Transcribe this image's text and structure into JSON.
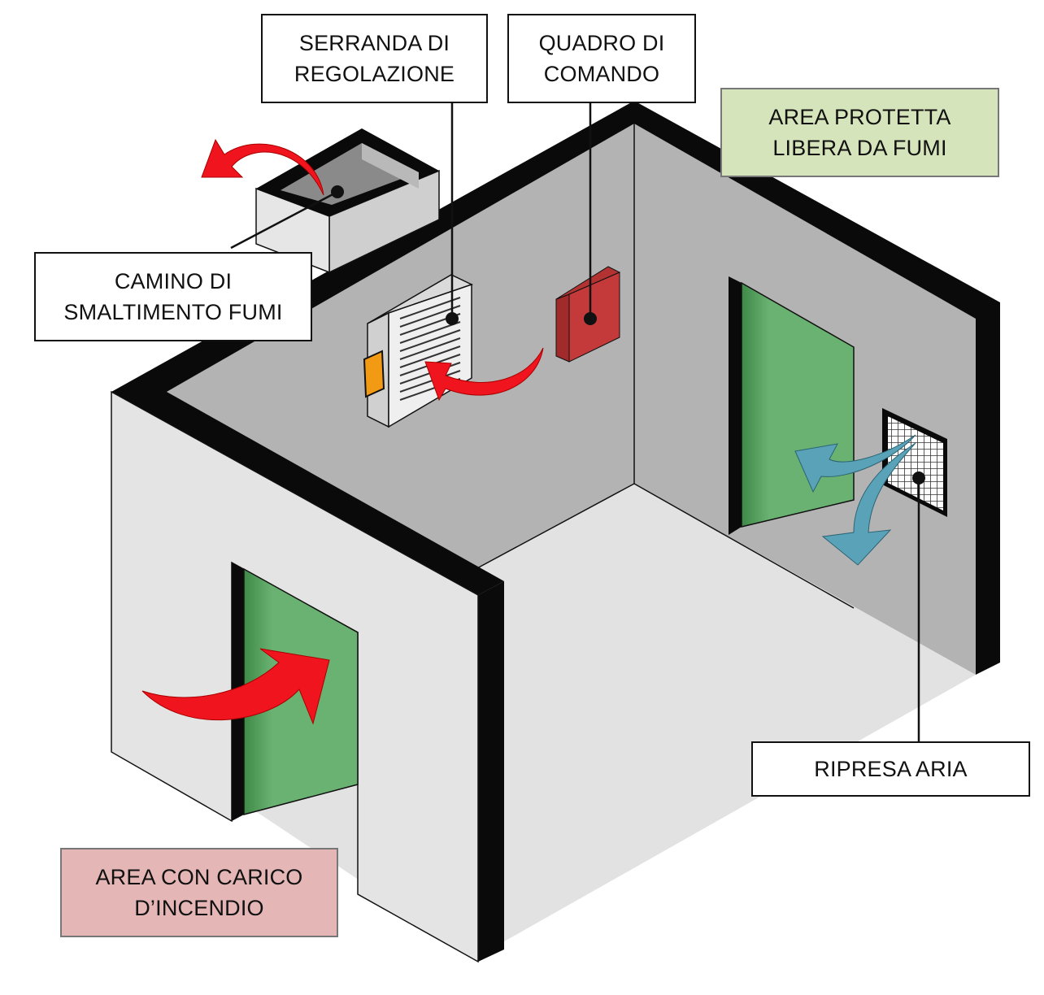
{
  "labels": {
    "serranda": {
      "line1": "SERRANDA DI",
      "line2": "REGOLAZIONE"
    },
    "quadro": {
      "line1": "QUADRO DI",
      "line2": "COMANDO"
    },
    "area_protetta": {
      "line1": "AREA PROTETTA",
      "line2": "LIBERA DA FUMI"
    },
    "camino": {
      "line1": "CAMINO DI",
      "line2": "SMALTIMENTO FUMI"
    },
    "ripresa": {
      "line1": "RIPRESA ARIA"
    },
    "area_carico": {
      "line1": "AREA CON CARICO",
      "line2": "D’INCENDIO"
    }
  },
  "icons": {
    "smoke_flow": "red-arrow-icon",
    "fresh_air_flow": "blue-arrow-icon",
    "door": "door-icon",
    "damper": "damper-icon",
    "control_panel": "control-panel-icon",
    "air_grille": "grille-icon",
    "chimney": "chimney-icon"
  },
  "colors": {
    "smoke_arrow": "#f0141e",
    "air_arrow": "#5aa2b8",
    "door": "#6ab271",
    "control_panel": "#c43a3a",
    "damper_indicator": "#f39a14",
    "protected_area": "#d6e4bb",
    "fire_load_area": "#e4b6b6"
  }
}
